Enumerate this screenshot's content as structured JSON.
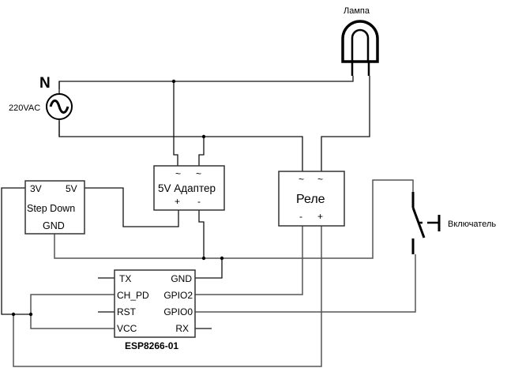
{
  "diagram": {
    "title": "ESP8266 relay lamp control circuit",
    "source": {
      "name_label": "N",
      "voltage_label": "220VAC",
      "icon": "ac-source-icon"
    },
    "lamp": {
      "label": "Лампа",
      "icon": "lamp-icon"
    },
    "adapter": {
      "label": "5V Адаптер",
      "pin_ac1": "~",
      "pin_ac2": "~",
      "pin_plus": "+",
      "pin_minus": "-"
    },
    "relay": {
      "label": "Реле",
      "pin_ac1": "~",
      "pin_ac2": "~",
      "pin_minus": "-",
      "pin_plus": "+"
    },
    "stepdown": {
      "label": "Step Down",
      "pin_3v": "3V",
      "pin_5v": "5V",
      "pin_gnd": "GND"
    },
    "switch": {
      "label": "Включатель",
      "icon": "pushbutton-switch-icon"
    },
    "esp": {
      "label": "ESP8266-01",
      "left_pins": [
        "TX",
        "CH_PD",
        "RST",
        "VCC"
      ],
      "right_pins": [
        "GND",
        "GPIO2",
        "GPIO0",
        "RX"
      ]
    }
  }
}
